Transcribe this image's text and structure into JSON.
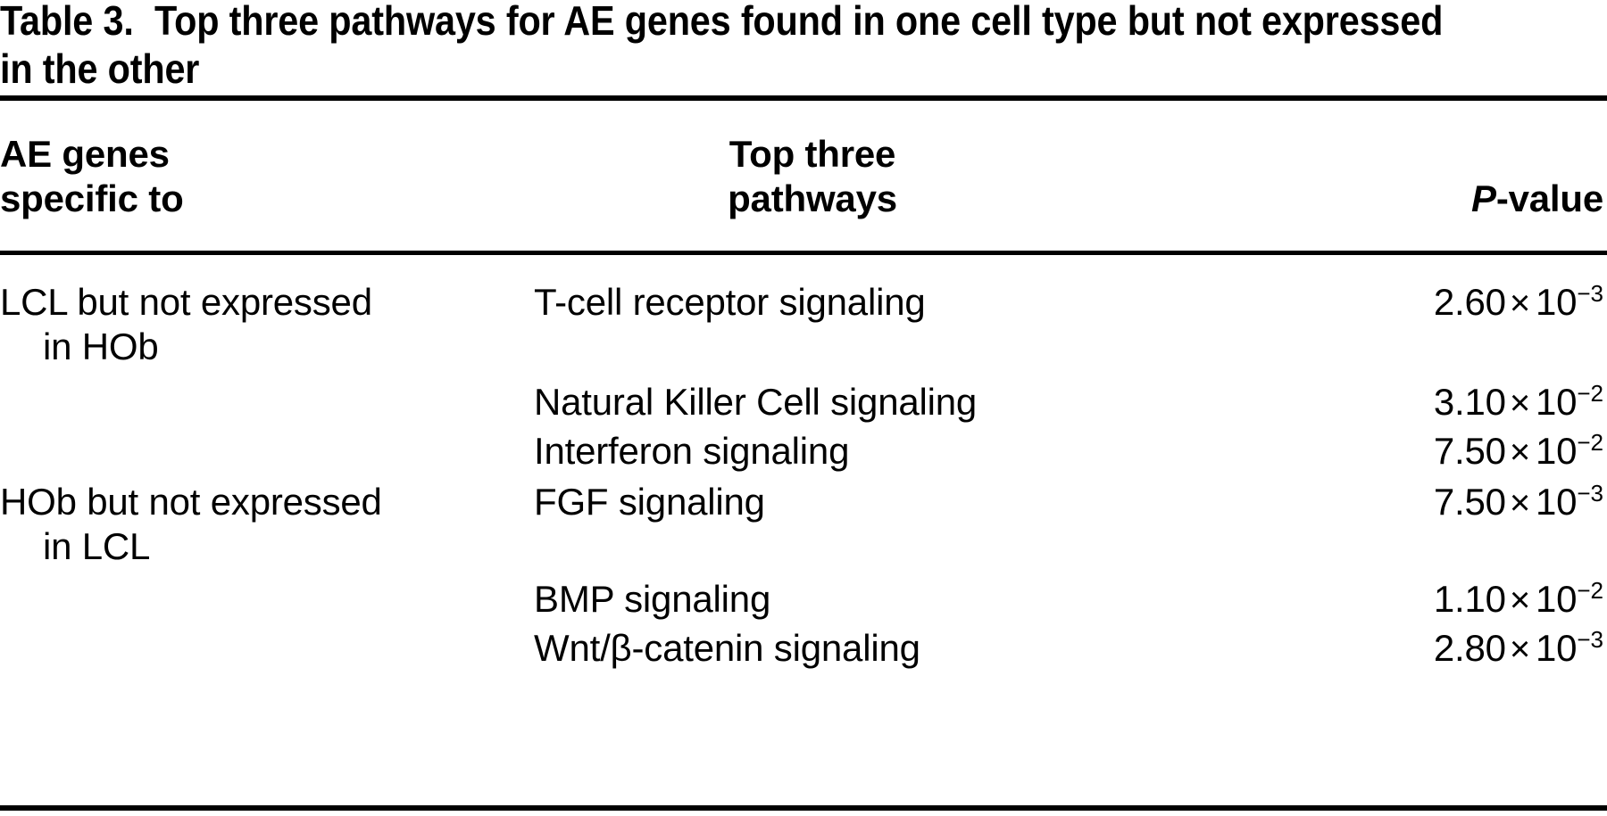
{
  "title": {
    "label": "Table 3.",
    "text": "Top three pathways for AE genes found in one cell type but not expressed in the other"
  },
  "columns": {
    "genes": {
      "line1": "AE genes",
      "line2": "specific to"
    },
    "pathways": {
      "line1": "Top three",
      "line2": "pathways"
    },
    "pvalue": {
      "italic_part": "P",
      "rest_part": "-value"
    }
  },
  "groups": [
    {
      "label_line1": "LCL but not expressed",
      "label_line2": "in HOb",
      "rows": [
        {
          "pathway": "T-cell receptor signaling",
          "mantissa": "2.60",
          "times": "×",
          "base": "10",
          "exponent": "−3"
        },
        {
          "pathway": "Natural Killer Cell signaling",
          "mantissa": "3.10",
          "times": "×",
          "base": "10",
          "exponent": "−2"
        },
        {
          "pathway": "Interferon signaling",
          "mantissa": "7.50",
          "times": "×",
          "base": "10",
          "exponent": "−2"
        }
      ]
    },
    {
      "label_line1": "HOb but not expressed",
      "label_line2": "in LCL",
      "rows": [
        {
          "pathway": "FGF signaling",
          "mantissa": "7.50",
          "times": "×",
          "base": "10",
          "exponent": "−3"
        },
        {
          "pathway": "BMP signaling",
          "mantissa": "1.10",
          "times": "×",
          "base": "10",
          "exponent": "−2"
        },
        {
          "pathway": "Wnt/β-catenin signaling",
          "mantissa": "2.80",
          "times": "×",
          "base": "10",
          "exponent": "−3"
        }
      ]
    }
  ],
  "colors": {
    "text": "#000000",
    "background": "#ffffff",
    "rule": "#000000"
  }
}
